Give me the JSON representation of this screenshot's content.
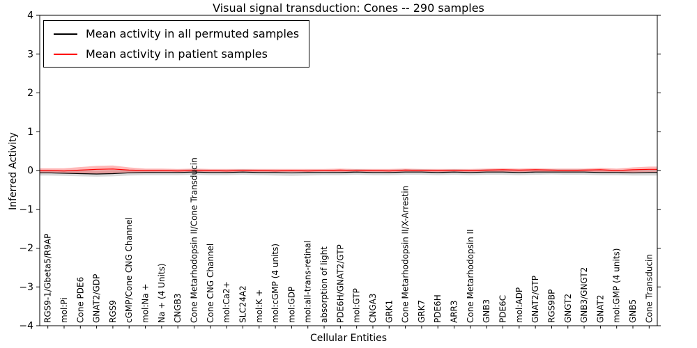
{
  "chart_data": {
    "type": "line",
    "title": "Visual signal transduction: Cones -- 290 samples",
    "xlabel": "Cellular Entities",
    "ylabel": "Inferred Activity",
    "ylim": [
      -4,
      4
    ],
    "y_ticks": [
      4,
      3,
      2,
      1,
      0,
      -1,
      -2,
      -3,
      -4
    ],
    "grid": false,
    "legend_position": "upper left",
    "sample_count": "290 samples",
    "categories": [
      "RGS9-1/Gbeta5/R9AP",
      "mol:Pi",
      "Cone PDE6",
      "GNAT2/GDP",
      "RGS9",
      "cGMP/Cone CNG Channel",
      "mol:Na +",
      "Na + (4 Units)",
      "CNGB3",
      "Cone Metarhodopsin II/Cone Transducin",
      "Cone CNG Channel",
      "mol:Ca2+",
      "SLC24A2",
      "mol:K +",
      "mol:cGMP (4 units)",
      "mol:GDP",
      "mol:all-trans-retinal",
      "absorption of light",
      "PDE6H/GNAT2/GTP",
      "mol:GTP",
      "CNGA3",
      "GRK1",
      "Cone Metarhodopsin II/X-Arrestin",
      "GRK7",
      "PDE6H",
      "ARR3",
      "Cone Metarhodopsin II",
      "GNB3",
      "PDE6C",
      "mol:ADP",
      "GNAT2/GTP",
      "RGS9BP",
      "GNGT2",
      "GNB3/GNGT2",
      "GNAT2",
      "mol:GMP (4 units)",
      "GNB5",
      "Cone Transducin"
    ],
    "series": [
      {
        "name": "Mean activity in all permuted samples",
        "color": "#000000",
        "band_color": "rgba(0,0,0,0.15)",
        "values": [
          -0.06,
          -0.07,
          -0.08,
          -0.09,
          -0.08,
          -0.06,
          -0.05,
          -0.05,
          -0.05,
          -0.04,
          -0.05,
          -0.05,
          -0.04,
          -0.05,
          -0.05,
          -0.06,
          -0.05,
          -0.05,
          -0.05,
          -0.04,
          -0.05,
          -0.05,
          -0.04,
          -0.04,
          -0.05,
          -0.04,
          -0.05,
          -0.04,
          -0.04,
          -0.05,
          -0.04,
          -0.04,
          -0.04,
          -0.04,
          -0.05,
          -0.05,
          -0.06,
          -0.05
        ],
        "band_lo": [
          -0.13,
          -0.14,
          -0.15,
          -0.16,
          -0.15,
          -0.13,
          -0.12,
          -0.12,
          -0.12,
          -0.11,
          -0.12,
          -0.12,
          -0.11,
          -0.12,
          -0.13,
          -0.14,
          -0.13,
          -0.12,
          -0.12,
          -0.11,
          -0.12,
          -0.12,
          -0.11,
          -0.11,
          -0.12,
          -0.11,
          -0.12,
          -0.11,
          -0.11,
          -0.12,
          -0.11,
          -0.1,
          -0.11,
          -0.11,
          -0.12,
          -0.12,
          -0.13,
          -0.13
        ],
        "band_hi": [
          0.02,
          0.01,
          0.01,
          0.0,
          0.01,
          0.02,
          0.02,
          0.02,
          0.02,
          0.03,
          0.02,
          0.02,
          0.03,
          0.02,
          0.02,
          0.01,
          0.02,
          0.02,
          0.02,
          0.03,
          0.02,
          0.02,
          0.03,
          0.03,
          0.02,
          0.03,
          0.02,
          0.03,
          0.03,
          0.02,
          0.03,
          0.03,
          0.03,
          0.03,
          0.02,
          0.02,
          0.01,
          0.02
        ]
      },
      {
        "name": "Mean activity in patient samples",
        "color": "#ff0000",
        "band_color": "rgba(255,0,0,0.28)",
        "values": [
          0.0,
          -0.01,
          0.01,
          0.03,
          0.04,
          0.01,
          0.0,
          0.0,
          -0.01,
          0.0,
          0.0,
          -0.01,
          0.0,
          0.0,
          -0.01,
          0.0,
          -0.01,
          0.0,
          0.01,
          0.0,
          0.0,
          -0.01,
          0.01,
          0.0,
          0.0,
          0.0,
          0.0,
          0.01,
          0.02,
          0.01,
          0.02,
          0.01,
          0.0,
          0.01,
          0.02,
          0.0,
          0.02,
          0.03
        ],
        "band_lo": [
          -0.06,
          -0.07,
          -0.08,
          -0.09,
          -0.08,
          -0.06,
          -0.05,
          -0.04,
          -0.04,
          -0.04,
          -0.04,
          -0.04,
          -0.03,
          -0.04,
          -0.04,
          -0.04,
          -0.04,
          -0.03,
          -0.04,
          -0.03,
          -0.04,
          -0.04,
          -0.03,
          -0.03,
          -0.04,
          -0.03,
          -0.04,
          -0.03,
          -0.04,
          -0.04,
          -0.04,
          -0.03,
          -0.03,
          -0.04,
          -0.05,
          -0.04,
          -0.06,
          -0.06
        ],
        "band_hi": [
          0.06,
          0.06,
          0.09,
          0.12,
          0.13,
          0.08,
          0.05,
          0.05,
          0.04,
          0.05,
          0.04,
          0.04,
          0.04,
          0.04,
          0.04,
          0.04,
          0.04,
          0.04,
          0.05,
          0.04,
          0.04,
          0.04,
          0.05,
          0.04,
          0.04,
          0.04,
          0.04,
          0.05,
          0.06,
          0.05,
          0.06,
          0.05,
          0.05,
          0.05,
          0.07,
          0.05,
          0.08,
          0.1
        ]
      }
    ]
  }
}
